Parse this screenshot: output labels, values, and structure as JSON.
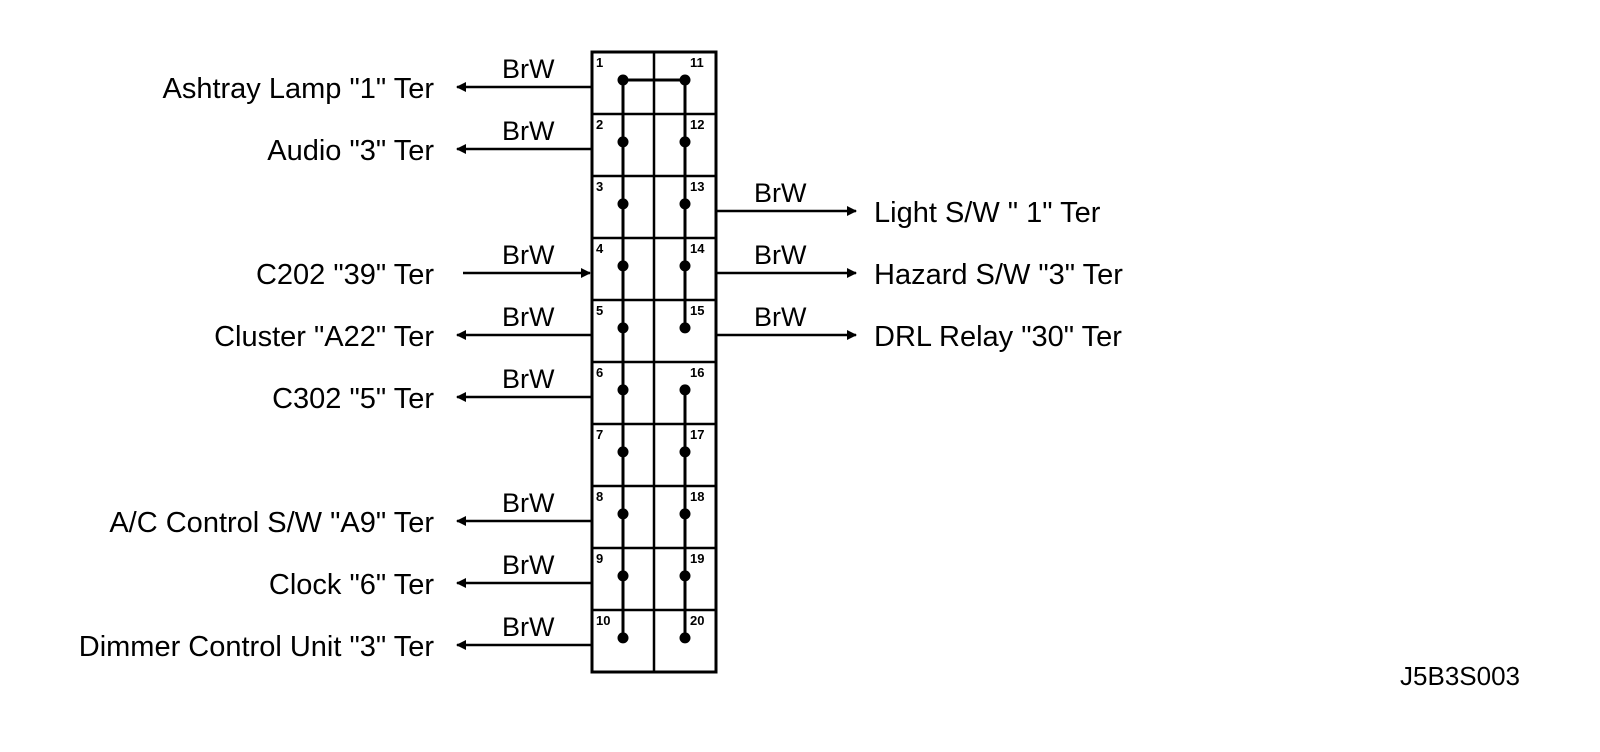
{
  "connector": {
    "left_pins": [
      "1",
      "2",
      "3",
      "4",
      "5",
      "6",
      "7",
      "8",
      "9",
      "10"
    ],
    "right_pins": [
      "11",
      "12",
      "13",
      "14",
      "15",
      "16",
      "17",
      "18",
      "19",
      "20"
    ]
  },
  "left_connections": [
    {
      "pin": "1",
      "label": "Ashtray Lamp  \"1\" Ter",
      "wire": "BrW",
      "direction": "out"
    },
    {
      "pin": "2",
      "label": "Audio \"3\" Ter",
      "wire": "BrW",
      "direction": "out"
    },
    {
      "pin": "4",
      "label": "C202  \"39\" Ter",
      "wire": "BrW",
      "direction": "in"
    },
    {
      "pin": "5",
      "label": "Cluster  \"A22\" Ter",
      "wire": "BrW",
      "direction": "out"
    },
    {
      "pin": "6",
      "label": "C302 \"5\" Ter",
      "wire": "BrW",
      "direction": "out"
    },
    {
      "pin": "8",
      "label": "A/C Control S/W  \"A9\" Ter",
      "wire": "BrW",
      "direction": "out"
    },
    {
      "pin": "9",
      "label": "Clock  \"6\" Ter",
      "wire": "BrW",
      "direction": "out"
    },
    {
      "pin": "10",
      "label": "Dimmer Control Unit  \"3\" Ter",
      "wire": "BrW",
      "direction": "out"
    }
  ],
  "right_connections": [
    {
      "pin": "13",
      "label": "Light S/W  \" 1\" Ter",
      "wire": "BrW",
      "direction": "out"
    },
    {
      "pin": "14",
      "label": "Hazard S/W  \"3\" Ter",
      "wire": "BrW",
      "direction": "out"
    },
    {
      "pin": "15",
      "label": "DRL Relay \"30\" Ter",
      "wire": "BrW",
      "direction": "out"
    }
  ],
  "figure_code": "J5B3S003"
}
